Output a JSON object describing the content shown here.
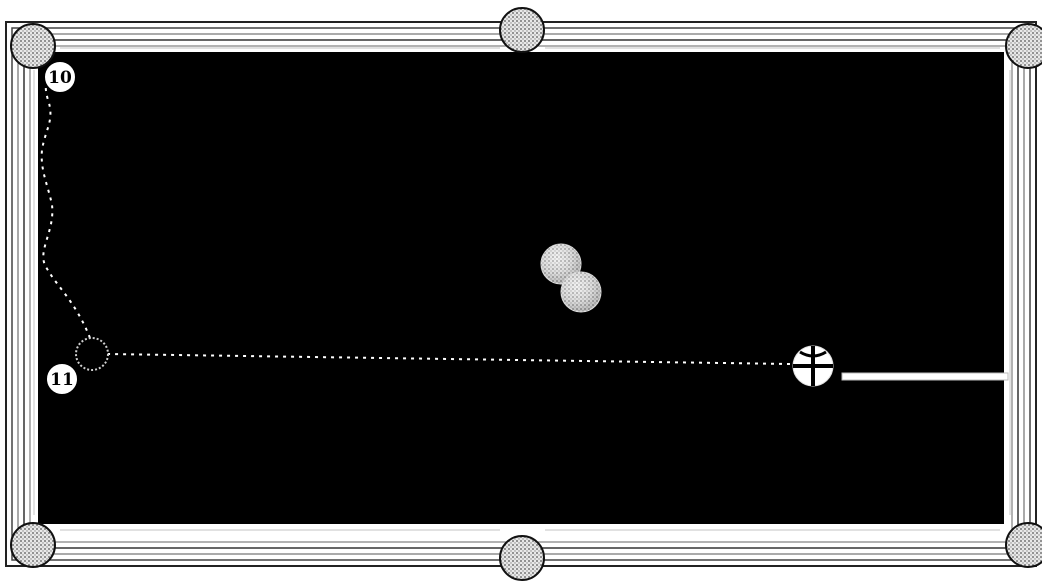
{
  "diagram": {
    "markers": [
      {
        "id": "10",
        "label": "10"
      },
      {
        "id": "11",
        "label": "11"
      }
    ],
    "balls": [
      {
        "name": "object-ball-1"
      },
      {
        "name": "object-ball-2"
      },
      {
        "name": "cue-ball"
      }
    ],
    "pockets": [
      "top-left",
      "top-middle",
      "top-right",
      "bottom-left",
      "bottom-middle",
      "bottom-right"
    ],
    "colors": {
      "felt": "#000000",
      "rail": "#ffffff",
      "rail_line": "#2a2a2a",
      "path": "#ffffff",
      "cue": "#ffffff"
    }
  }
}
